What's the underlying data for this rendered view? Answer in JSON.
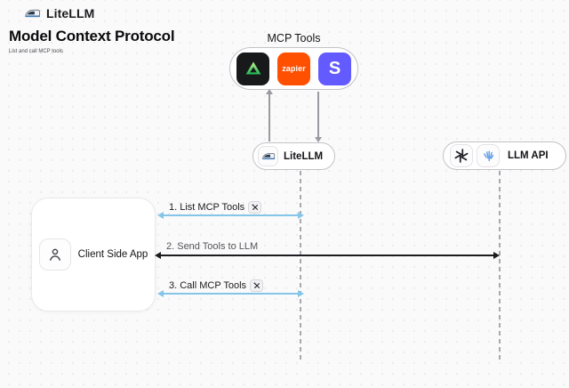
{
  "header": {
    "logo_text": "LiteLLM",
    "title": "Model Context Protocol",
    "subtitle": "List and call MCP tools"
  },
  "mcp_tools": {
    "label": "MCP Tools",
    "icons": [
      {
        "name": "green-triangle-tool-icon",
        "bg": "#17191b"
      },
      {
        "name": "zapier-icon",
        "label": "zapier",
        "bg": "#ff4f00"
      },
      {
        "name": "stripe-icon",
        "label": "S",
        "bg": "#635bff"
      }
    ]
  },
  "nodes": {
    "litellm": {
      "label": "LiteLLM",
      "icon": "train-icon"
    },
    "llm_api": {
      "label": "LLM API",
      "icons": [
        "openai-icon",
        "provider-icon"
      ]
    },
    "client": {
      "label": "Client Side App",
      "icon": "person-icon"
    }
  },
  "flows": [
    {
      "step": "1. List MCP Tools",
      "has_tools_icon": true,
      "color": "#85c6e8",
      "from": "client",
      "to": "litellm"
    },
    {
      "step": "2. Send Tools to LLM",
      "has_tools_icon": false,
      "color": "#1d1d20",
      "from": "client",
      "to": "llm_api"
    },
    {
      "step": "3. Call MCP Tools",
      "has_tools_icon": true,
      "color": "#85c6e8",
      "from": "client",
      "to": "litellm"
    }
  ],
  "colors": {
    "background": "#fafafa",
    "accent_blue": "#85c6e8",
    "arrow_black": "#1d1d20",
    "connector_gray": "#9a9aa0",
    "zapier_orange": "#ff4f00",
    "stripe_purple": "#635bff",
    "icon_green": "#2fc454"
  }
}
